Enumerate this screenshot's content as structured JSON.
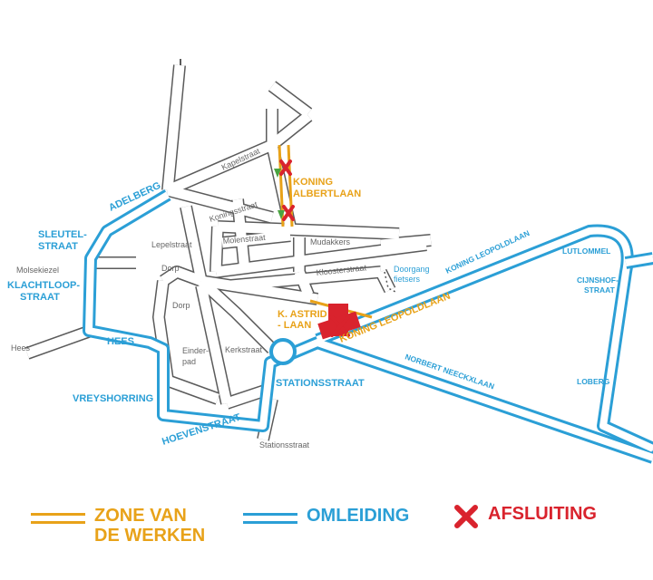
{
  "colors": {
    "road": "#5b5b5b",
    "detour": "#2b9fd6",
    "works": "#e8a219",
    "closure": "#d9232d",
    "arrow": "#4aa340"
  },
  "labels": {
    "kapelstraat": "Kapelstraat",
    "koningsstraat": "Koningsstraat",
    "adelberg": "ADELBERG",
    "sleutelstraat_1": "SLEUTEL-",
    "sleutelstraat_2": "STRAAT",
    "molsekiezel": "Molsekiezel",
    "klachtloop_1": "KLACHTLOOP-",
    "klachtloop_2": "STRAAT",
    "hees_gray": "Hees",
    "hees_blue": "HEES",
    "lepelstraat": "Lepelstraat",
    "dorp_1": "Dorp",
    "dorp_2": "Dorp",
    "molenstraat": "Molenstraat",
    "mudakkers": "Mudakkers",
    "kloosterstraat": "Kloosterstraat",
    "koning_albertlaan_1": "KONING",
    "koning_albertlaan_2": "ALBERTLAAN",
    "doorgang_1": "Doorgang",
    "doorgang_2": "fietsers",
    "koning_leopoldlaan_blue": "KONING LEOPOLDLAAN",
    "koning_leopoldlaan_orange": "KONING LEOPOLDLAAN",
    "k_astrid_1": "K. ASTRID",
    "k_astrid_2": "- LAAN",
    "eindepad_1": "Einder-",
    "eindepad_2": "pad",
    "kerkstraat": "Kerkstraat",
    "vreyshorring": "VREYSHORRING",
    "stationsstraat_blue": "STATIONSSTRAAT",
    "stationsstraat_gray": "Stationsstraat",
    "hoevenstraat": "HOEVENSTRAAT",
    "norbert": "NORBERT NEECKXLAAN",
    "lutlommel": "LUTLOMMEL",
    "cijnshof_1": "CIJNSHOF-",
    "cijnshof_2": "STRAAT",
    "loberg": "LOBERG"
  },
  "legend": {
    "works": "ZONE VAN\nDE WERKEN",
    "detour": "OMLEIDING",
    "closure": "AFSLUITING"
  }
}
